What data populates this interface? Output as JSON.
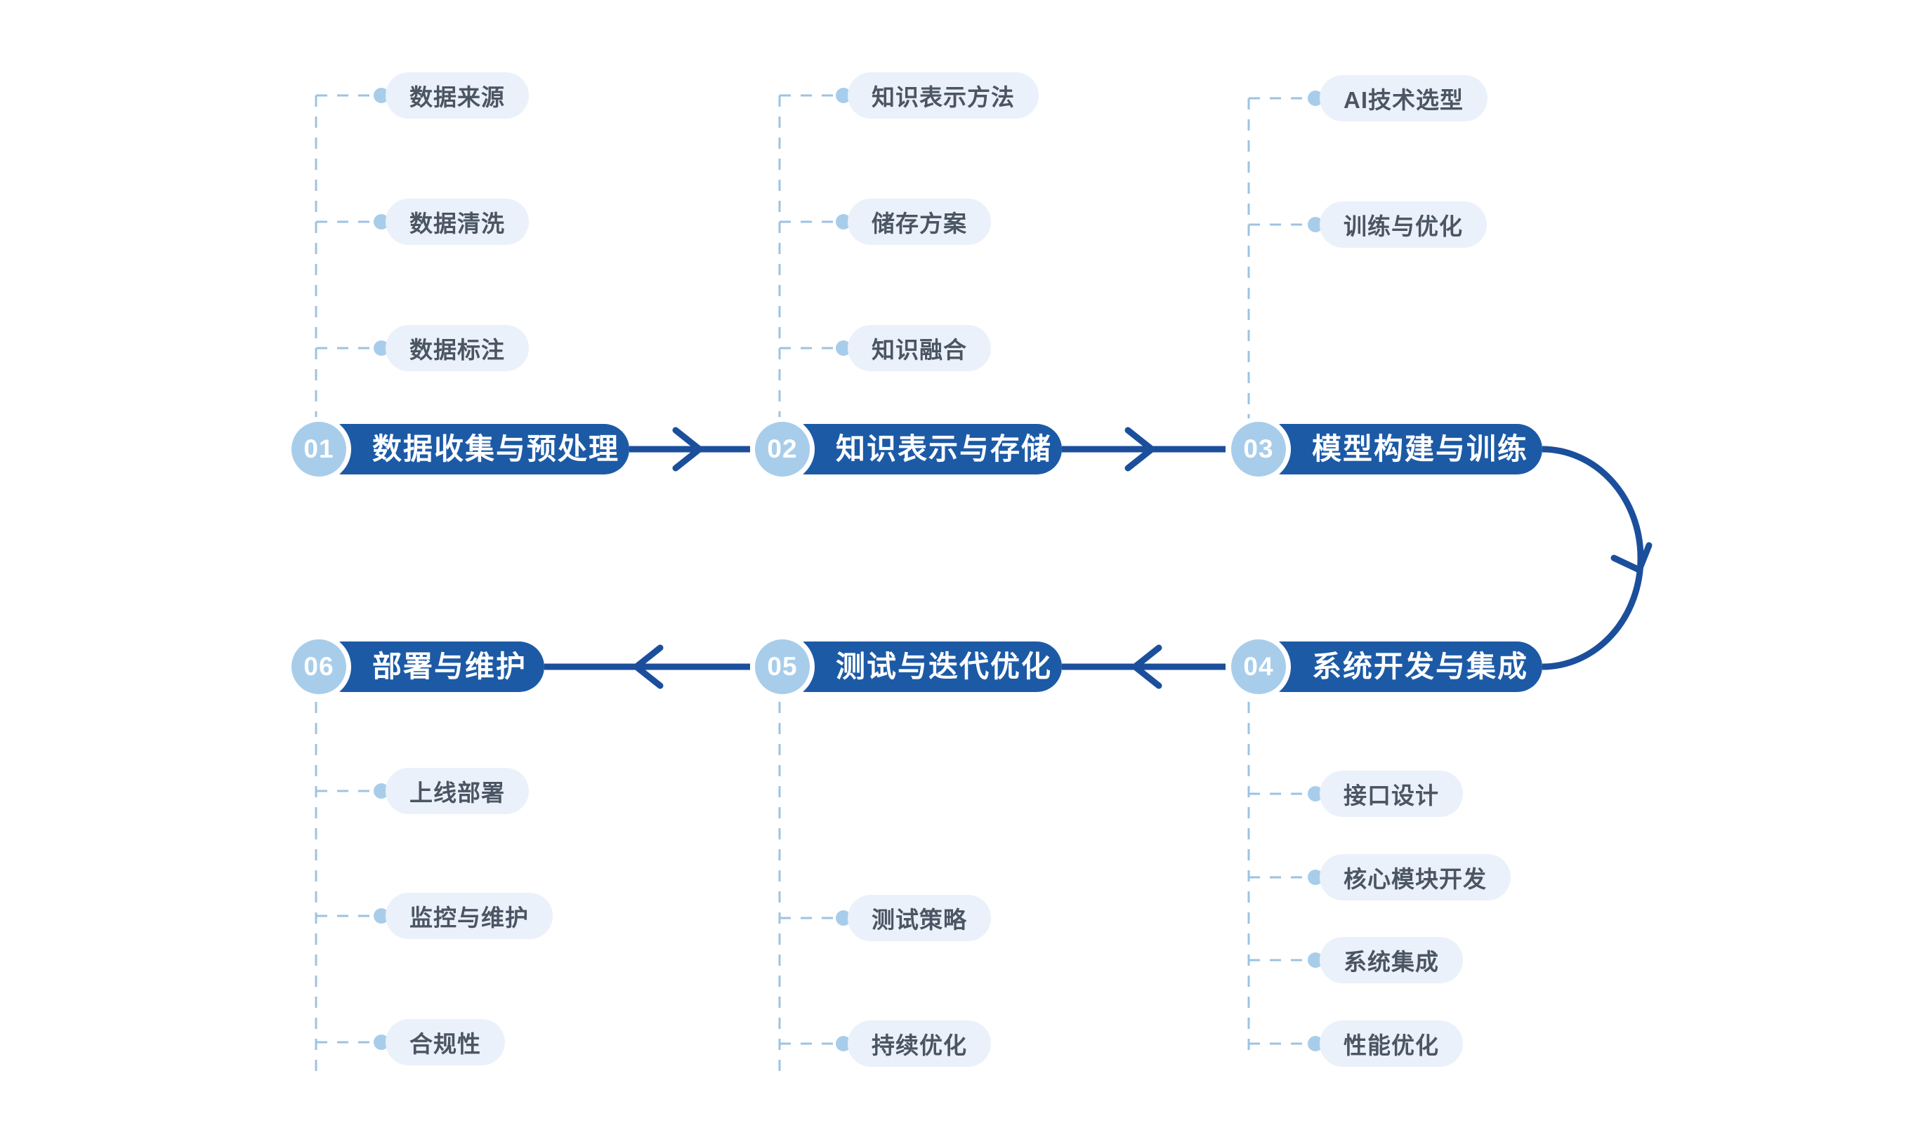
{
  "colors": {
    "bar_blue": "#1c5aa6",
    "badge_blue": "#a8cdea",
    "pill_bg": "#eaf1fa",
    "pill_text": "#4b5563",
    "dash_line": "#9cc3e3",
    "arrow_blue": "#1b4f9c",
    "page_bg": "#ffffff"
  },
  "diagram": {
    "type": "process-flowchart",
    "title": "",
    "flow_order": [
      "01",
      "02",
      "03",
      "04",
      "05",
      "06"
    ],
    "stages": [
      {
        "number": "01",
        "label": "数据收集与预处理",
        "row": "top",
        "column": 1,
        "children_position": "above",
        "children": [
          "数据来源",
          "数据清洗",
          "数据标注"
        ]
      },
      {
        "number": "02",
        "label": "知识表示与存储",
        "row": "top",
        "column": 2,
        "children_position": "above",
        "children": [
          "知识表示方法",
          "储存方案",
          "知识融合"
        ]
      },
      {
        "number": "03",
        "label": "模型构建与训练",
        "row": "top",
        "column": 3,
        "children_position": "above",
        "children": [
          "AI技术选型",
          "训练与优化"
        ]
      },
      {
        "number": "04",
        "label": "系统开发与集成",
        "row": "bottom",
        "column": 3,
        "children_position": "below",
        "children": [
          "接口设计",
          "核心模块开发",
          "系统集成",
          "性能优化"
        ]
      },
      {
        "number": "05",
        "label": "测试与迭代优化",
        "row": "bottom",
        "column": 2,
        "children_position": "below",
        "children": [
          "测试策略",
          "持续优化"
        ]
      },
      {
        "number": "06",
        "label": "部署与维护",
        "row": "bottom",
        "column": 1,
        "children_position": "below",
        "children": [
          "上线部署",
          "监控与维护",
          "合规性"
        ]
      }
    ],
    "connectors": [
      {
        "from": "01",
        "to": "02",
        "direction": "right",
        "kind": "straight-arrow"
      },
      {
        "from": "02",
        "to": "03",
        "direction": "right",
        "kind": "straight-arrow"
      },
      {
        "from": "03",
        "to": "04",
        "direction": "down",
        "kind": "curved-arrow"
      },
      {
        "from": "04",
        "to": "05",
        "direction": "left",
        "kind": "straight-arrow"
      },
      {
        "from": "05",
        "to": "06",
        "direction": "left",
        "kind": "straight-arrow"
      }
    ]
  },
  "top": {
    "col1": {
      "items": [
        "数据来源",
        "数据清洗",
        "数据标注"
      ]
    },
    "col2": {
      "items": [
        "知识表示方法",
        "储存方案",
        "知识融合"
      ]
    },
    "col3": {
      "items": [
        "AI技术选型",
        "训练与优化"
      ]
    }
  },
  "bottom": {
    "col1": {
      "items": [
        "上线部署",
        "监控与维护",
        "合规性"
      ]
    },
    "col2": {
      "items": [
        "测试策略",
        "持续优化"
      ]
    },
    "col3": {
      "items": [
        "接口设计",
        "核心模块开发",
        "系统集成",
        "性能优化"
      ]
    }
  },
  "bars": {
    "s01": {
      "number": "01",
      "label": "数据收集与预处理"
    },
    "s02": {
      "number": "02",
      "label": "知识表示与存储"
    },
    "s03": {
      "number": "03",
      "label": "模型构建与训练"
    },
    "s04": {
      "number": "04",
      "label": "系统开发与集成"
    },
    "s05": {
      "number": "05",
      "label": "测试与迭代优化"
    },
    "s06": {
      "number": "06",
      "label": "部署与维护"
    }
  }
}
